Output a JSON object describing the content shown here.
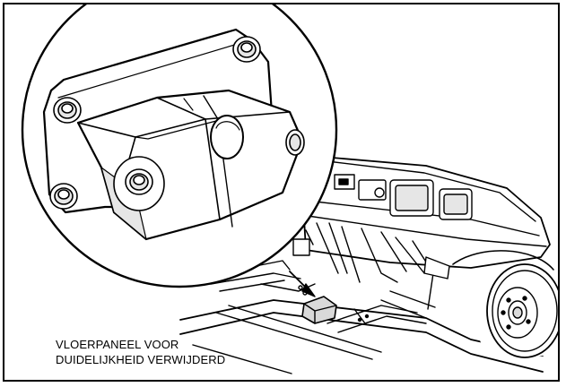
{
  "caption": {
    "line1": "VLOERPANEEL VOOR",
    "line2": "DUIDELIJKHEID VERWIJDERD"
  },
  "illustration": {
    "subject": "golf-cart-chassis-with-detail-inset",
    "stroke_color": "#000000",
    "fill_color": "#ffffff",
    "shade_color": "#d9d9d9"
  }
}
